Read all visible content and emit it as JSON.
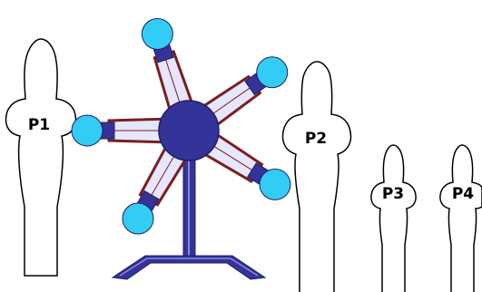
{
  "colors": {
    "hub": "#33339a",
    "hub_stroke": "#1f1f66",
    "ball": "#33ccf5",
    "ball_stroke": "#1f1f66",
    "spoke_edge": "#7a1f1f",
    "spoke_fill": "#e6e6ff",
    "stand": "#33339a",
    "stand_light": "#8a8ad6",
    "outline": "#000000"
  },
  "figures": [
    {
      "id": "p1",
      "label": "P1"
    },
    {
      "id": "p2",
      "label": "P2"
    },
    {
      "id": "p3",
      "label": "P3"
    },
    {
      "id": "p4",
      "label": "P4"
    }
  ],
  "wheel": {
    "spoke_count": 5,
    "spoke_angles_deg": [
      -108,
      -35,
      32,
      120,
      180
    ]
  }
}
